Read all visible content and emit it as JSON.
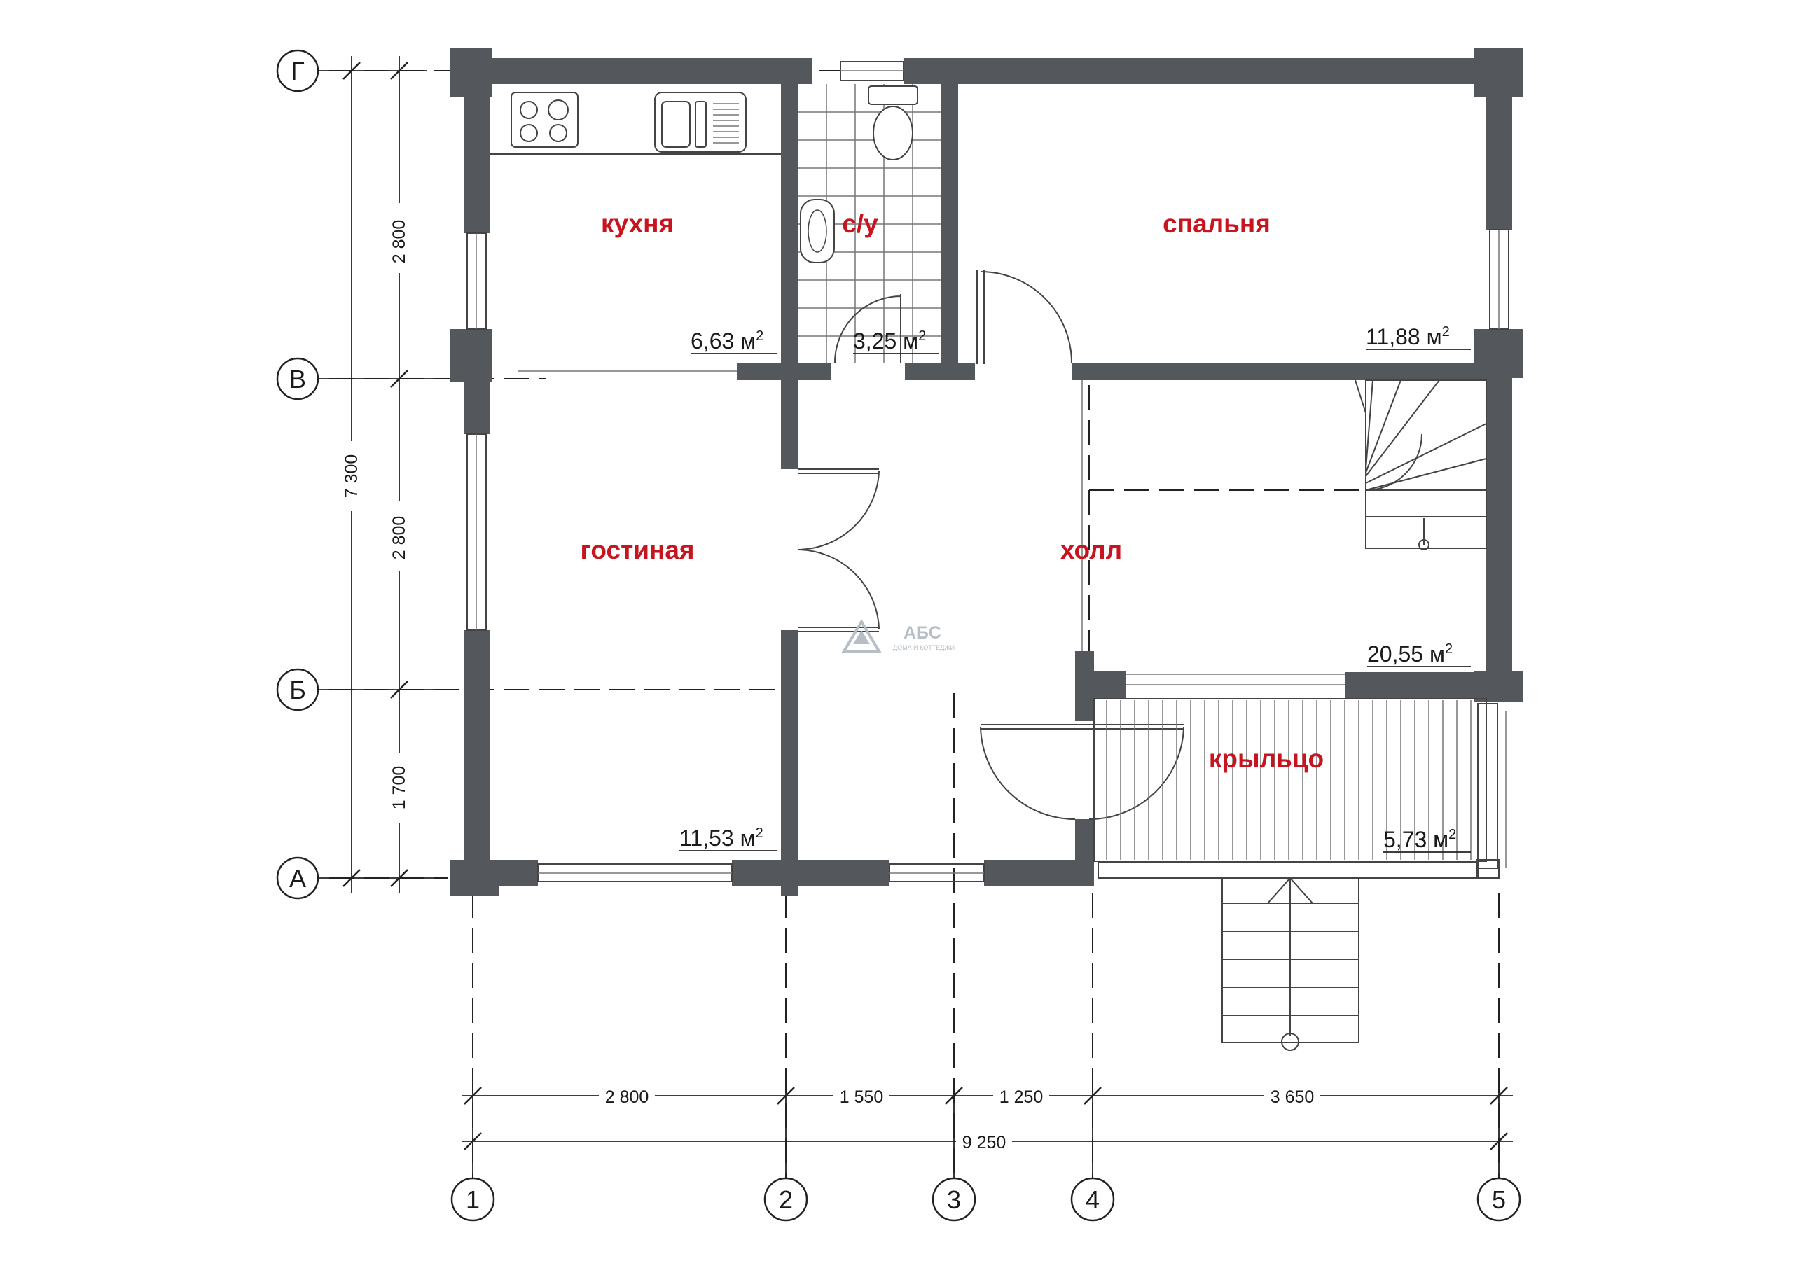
{
  "rooms": {
    "kitchen": {
      "name": "кухня",
      "area": "6,63 м"
    },
    "bathroom": {
      "name": "с/у",
      "area": "3,25 м"
    },
    "bedroom": {
      "name": "спальня",
      "area": "11,88 м"
    },
    "living": {
      "name": "гостиная",
      "area": "11,53 м"
    },
    "hall": {
      "name": "холл",
      "area": "20,55 м"
    },
    "porch": {
      "name": "крыльцо",
      "area": "5,73 м"
    }
  },
  "area_superscript": "2",
  "axes": {
    "rows": [
      "Г",
      "В",
      "Б",
      "А"
    ],
    "columns": [
      "1",
      "2",
      "3",
      "4",
      "5"
    ]
  },
  "dimensions": {
    "vertical_segments": [
      "2 800",
      "2 800",
      "1 700"
    ],
    "vertical_total": "7 300",
    "horizontal_segments": [
      "2 800",
      "1 550",
      "1 250",
      "3 650"
    ],
    "horizontal_total": "9 250"
  },
  "logo": {
    "name": "АБС",
    "tagline": "ДОМА И КОТТЕДЖИ"
  },
  "colors": {
    "wall": "#54575b",
    "room_label": "#c8141e"
  }
}
